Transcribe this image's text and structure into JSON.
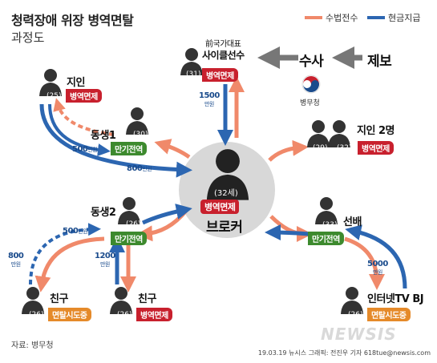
{
  "title": "청력장애 위장 병역면탈",
  "subtitle": "과정도",
  "legend": {
    "bribe": "수법전수",
    "cash": "현금지급",
    "bribe_color": "#f0896a",
    "cash_color": "#2c66b1"
  },
  "colors": {
    "exempt_tag": "#c8202d",
    "served_tag": "#3d8a2e",
    "attempt_tag": "#e58a2a",
    "silhouette": "#333333",
    "broker_circle": "#d8d8d8"
  },
  "broker": {
    "age": "(32세)",
    "tag": "병역면제",
    "role": "브로커"
  },
  "informant": {
    "report": "제보",
    "investigation": "수사",
    "agency": "병무청"
  },
  "nodes": {
    "cyclist": {
      "name_line1": "前국가대표",
      "name_line2": "사이클선수",
      "age": "(31)",
      "tag": "병역면제"
    },
    "acquaintance": {
      "name": "지인",
      "age": "(25)",
      "tag": "병역면제"
    },
    "brother1": {
      "name": "동생1",
      "age": "(30)",
      "tag": "만기전역"
    },
    "acquaintances2": {
      "name": "지인 2명",
      "age1": "(29)",
      "age2": "(32)",
      "tag": "병역면제"
    },
    "brother2": {
      "name": "동생2",
      "age": "(26)",
      "tag": "만기전역"
    },
    "senior": {
      "name": "선배",
      "age": "(33)",
      "tag": "만기전역"
    },
    "friend_left": {
      "name": "친구",
      "age": "(26)",
      "tag": "면탈시도중"
    },
    "friend_mid": {
      "name": "친구",
      "age": "(26)",
      "tag": "병역면제"
    },
    "streamer": {
      "name": "인터넷TV BJ",
      "age": "(26)",
      "tag": "면탈시도중"
    }
  },
  "amounts": {
    "cyclist_to_broker": "1500",
    "acq_to_brother1": "500",
    "acq_to_broker": "800",
    "brother2_from_friend": "500",
    "friend_left_to_brother2": "800",
    "friend_mid_to_brother2": "1200",
    "streamer_to_senior": "5000",
    "unit": "만원"
  },
  "footer": {
    "source": "자료: 병무청",
    "credit": "19.03.19 뉴시스 그래픽: 전진우 기자 618tue@newsis.com",
    "watermark": "NEWSIS"
  }
}
